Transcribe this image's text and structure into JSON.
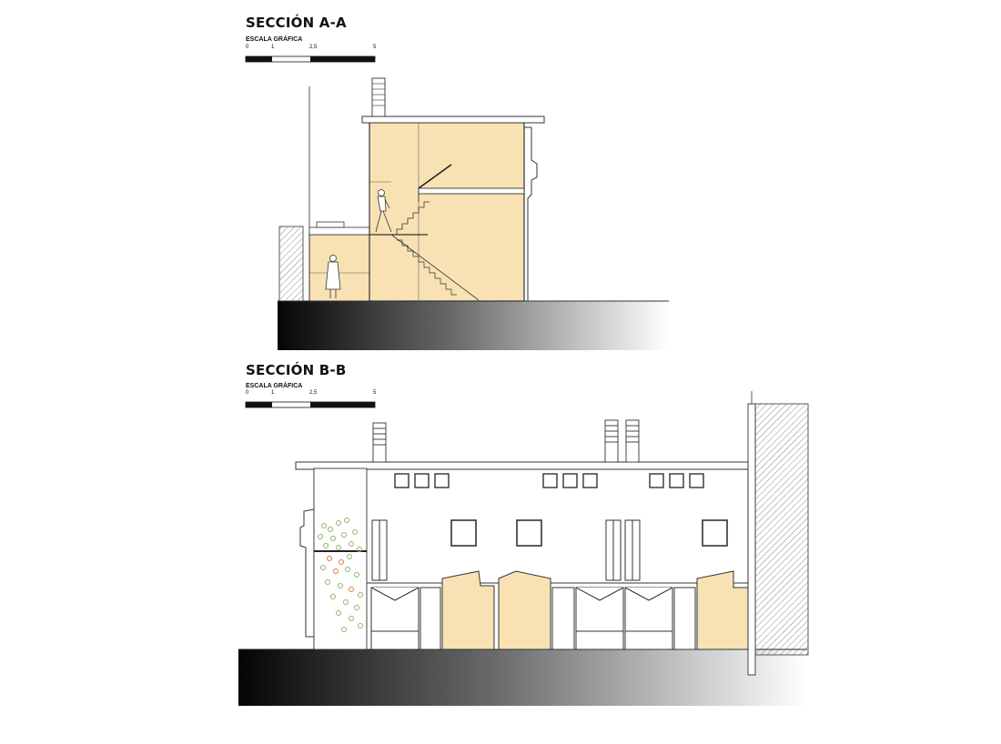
{
  "section_a": {
    "title": "SECCIÓN A-A",
    "scale_label": "ESCALA GRÁFICA",
    "ticks": [
      "0",
      "1",
      "2,5",
      "5"
    ]
  },
  "section_b": {
    "title": "SECCIÓN B-B",
    "scale_label": "ESCALA GRÁFICA",
    "ticks": [
      "0",
      "1",
      "2,5",
      "5"
    ]
  },
  "colors": {
    "fill": "#f8e2b4",
    "line": "#222222",
    "ground_dark": "#0a0a0a",
    "vine_green": "#8fb46a",
    "vine_orange": "#e07a3a"
  }
}
